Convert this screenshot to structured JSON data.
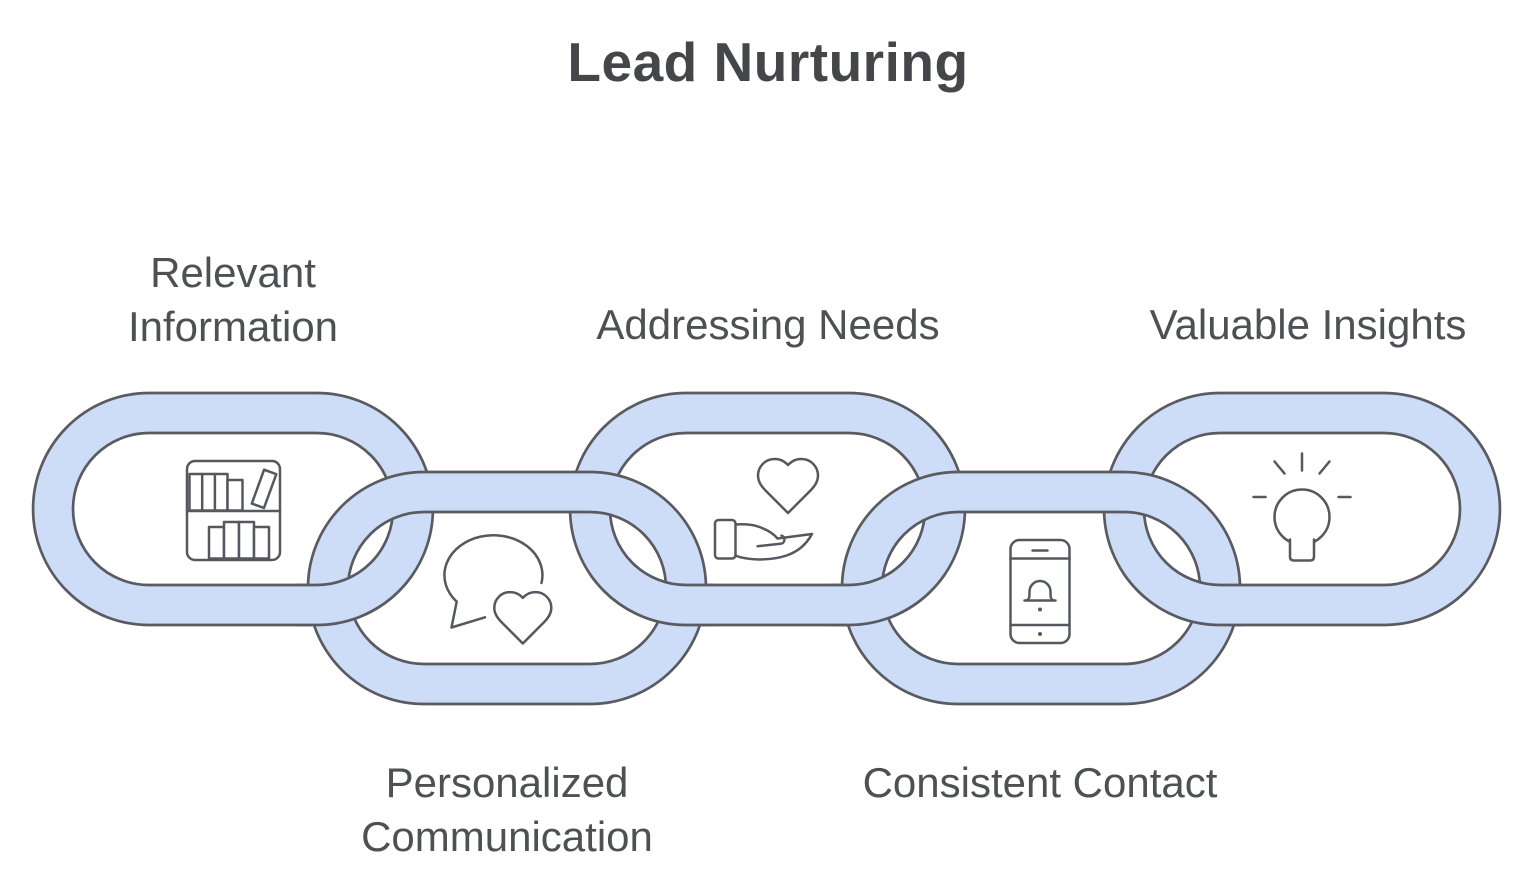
{
  "title": "Lead Nurturing",
  "colors": {
    "chain-fill": "#cdddf8",
    "chain-stroke": "#595b60",
    "icon-stroke": "#55585e",
    "icon-fill": "#ffffff",
    "title-color": "#454649",
    "label-color": "#4e5053",
    "background": "#ffffff"
  },
  "chain": {
    "links": [
      {
        "id": "relevant-information",
        "label_lines": [
          "Relevant",
          "Information"
        ],
        "icon": "bookshelf-icon",
        "row": "top",
        "label_position": "above"
      },
      {
        "id": "personalized-communication",
        "label_lines": [
          "Personalized",
          "Communication"
        ],
        "icon": "chat-heart-icon",
        "row": "bottom",
        "label_position": "below"
      },
      {
        "id": "addressing-needs",
        "label_lines": [
          "Addressing Needs"
        ],
        "icon": "hand-heart-icon",
        "row": "top",
        "label_position": "above"
      },
      {
        "id": "consistent-contact",
        "label_lines": [
          "Consistent Contact"
        ],
        "icon": "phone-bell-icon",
        "row": "bottom",
        "label_position": "below"
      },
      {
        "id": "valuable-insights",
        "label_lines": [
          "Valuable Insights"
        ],
        "icon": "lightbulb-icon",
        "row": "top",
        "label_position": "above"
      }
    ]
  }
}
